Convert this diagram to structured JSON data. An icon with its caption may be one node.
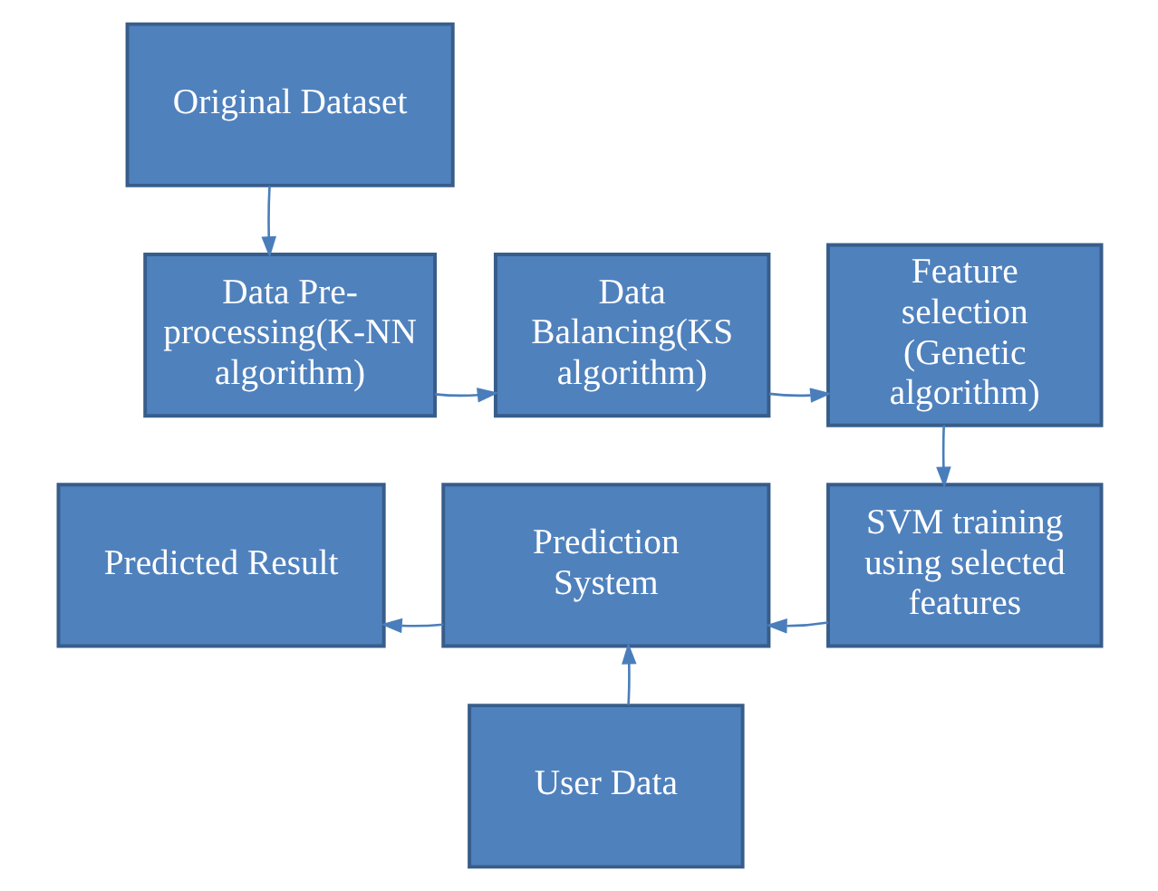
{
  "diagram": {
    "nodes": [
      {
        "text": [
          "Original Dataset"
        ]
      },
      {
        "text": [
          "Data Pre-processing(K-NN algorithm)"
        ]
      },
      {
        "text": [
          "Data Balancing(KS algorithm)"
        ]
      },
      {
        "text": [
          "Feature selection (Genetic algorithm)"
        ]
      },
      {
        "text": [
          "SVM training using selected features"
        ]
      },
      {
        "text": [
          "Prediction System"
        ]
      },
      {
        "text": [
          "Predicted Result"
        ]
      },
      {
        "text": [
          "User Data"
        ]
      }
    ],
    "edges": [
      {
        "from": 0,
        "to": 1,
        "arrow": "to"
      },
      {
        "from": 1,
        "to": 2,
        "arrow": "to"
      },
      {
        "from": 2,
        "to": 3,
        "arrow": "to"
      },
      {
        "from": 3,
        "to": 4,
        "arrow": "to"
      },
      {
        "from": 4,
        "to": 5,
        "arrow": "to"
      },
      {
        "from": 5,
        "to": 6,
        "arrow": "to"
      },
      {
        "from": 7,
        "to": 5,
        "arrow": "to"
      }
    ]
  }
}
